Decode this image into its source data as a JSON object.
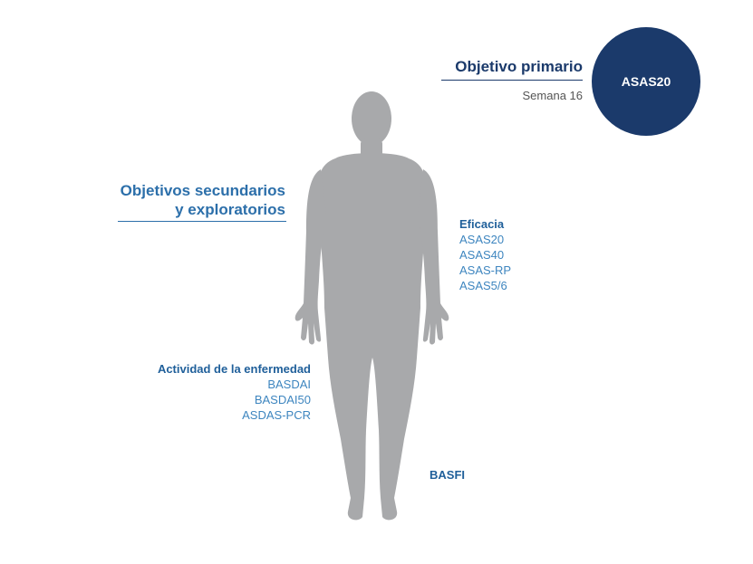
{
  "colors": {
    "navy": "#1b3a6b",
    "blue": "#2c6faa",
    "light_blue": "#3d85bf",
    "figure_gray": "#a8a9ab"
  },
  "primary": {
    "title": "Objetivo primario",
    "week": "Semana 16",
    "circle_label": "ASAS20"
  },
  "secondary": {
    "title_line1": "Objetivos secundarios",
    "title_line2": "y exploratorios"
  },
  "efficacy": {
    "heading": "Eficacia",
    "items": [
      "ASAS20",
      "ASAS40",
      "ASAS-RP",
      "ASAS5/6"
    ]
  },
  "disease_activity": {
    "heading": "Actividad de la enfermedad",
    "items": [
      "BASDAI",
      "BASDAI50",
      "ASDAS-PCR"
    ]
  },
  "function": {
    "heading": "BASFI"
  }
}
